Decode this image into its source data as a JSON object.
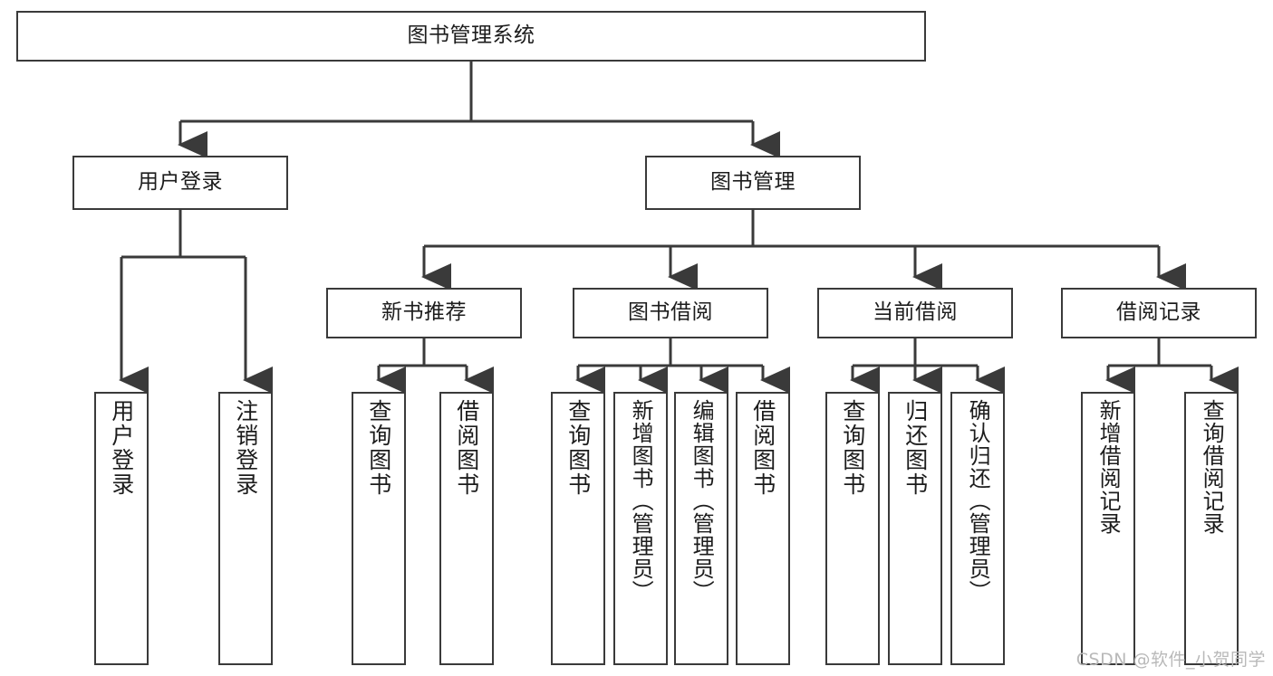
{
  "diagram": {
    "title": "图书管理系统",
    "type": "tree-hierarchy-chart",
    "stroke_color": "#3a3a3a",
    "background_color": "#ffffff",
    "text_color": "#1c1c1c",
    "root": {
      "label": "图书管理系统"
    },
    "level2": [
      {
        "label": "用户登录"
      },
      {
        "label": "图书管理"
      }
    ],
    "level3": [
      {
        "label": "新书推荐"
      },
      {
        "label": "图书借阅"
      },
      {
        "label": "当前借阅"
      },
      {
        "label": "借阅记录"
      }
    ],
    "leaves": {
      "user_login": [
        {
          "label": "用户登录"
        },
        {
          "label": "注销登录"
        }
      ],
      "new_book_recommend": [
        {
          "label": "查询图书"
        },
        {
          "label": "借阅图书"
        }
      ],
      "book_borrow": [
        {
          "label": "查询图书"
        },
        {
          "label": "新增图书（管理员）"
        },
        {
          "label": "编辑图书（管理员）"
        },
        {
          "label": "借阅图书"
        }
      ],
      "current_borrow": [
        {
          "label": "查询图书"
        },
        {
          "label": "归还图书"
        },
        {
          "label": "确认归还（管理员）"
        }
      ],
      "borrow_record": [
        {
          "label": "新增借阅记录"
        },
        {
          "label": "查询借阅记录"
        }
      ]
    }
  },
  "watermark": {
    "text": "CSDN @软件_小贺同学"
  }
}
